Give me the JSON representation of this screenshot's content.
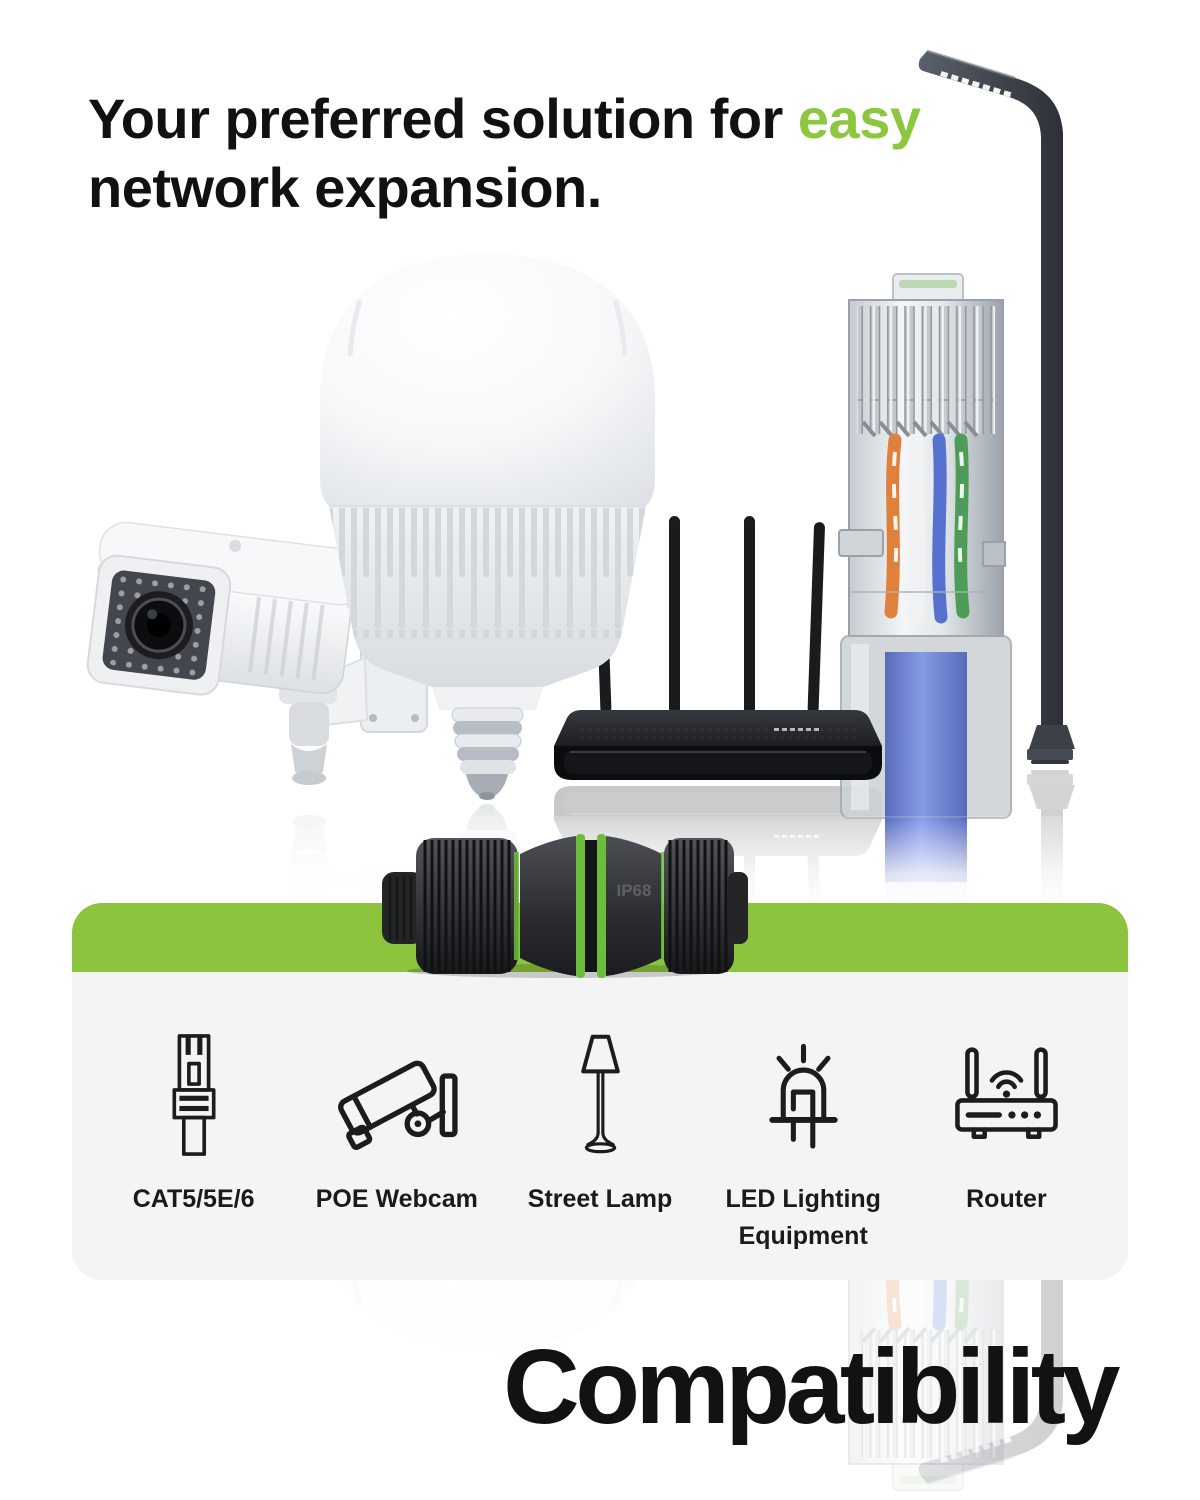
{
  "headline": {
    "line1_prefix": "Your preferred solution for",
    "line1_highlight": "easy",
    "line2": "network expansion.",
    "text_color": "#111111",
    "highlight_color": "#8dc63f"
  },
  "hero_products": [
    {
      "name": "security-camera"
    },
    {
      "name": "led-bulb"
    },
    {
      "name": "wifi-router"
    },
    {
      "name": "rj45-connector-with-blue-cable"
    },
    {
      "name": "street-lamp-pole"
    },
    {
      "name": "ip68-waterproof-connector",
      "marking": "IP68"
    }
  ],
  "compatibility": {
    "title": "Compatibility",
    "band_color": "#8cc43e",
    "panel_color": "#f4f4f5",
    "items": [
      {
        "icon": "rj45-plug-icon",
        "label": "CAT5/5E/6"
      },
      {
        "icon": "cctv-camera-icon",
        "label": "POE Webcam"
      },
      {
        "icon": "street-lamp-icon",
        "label": "Street Lamp"
      },
      {
        "icon": "led-diode-icon",
        "label": "LED Lighting Equipment"
      },
      {
        "icon": "router-icon",
        "label": "Router"
      }
    ]
  },
  "colors": {
    "background": "#ffffff",
    "accent_green_band": "#8cc43e",
    "accent_green_text": "#8dc63f",
    "panel_gray": "#f4f4f5",
    "text_black": "#111111",
    "pole_gray": "#464a54",
    "cable_blue": "#4b66d2"
  }
}
